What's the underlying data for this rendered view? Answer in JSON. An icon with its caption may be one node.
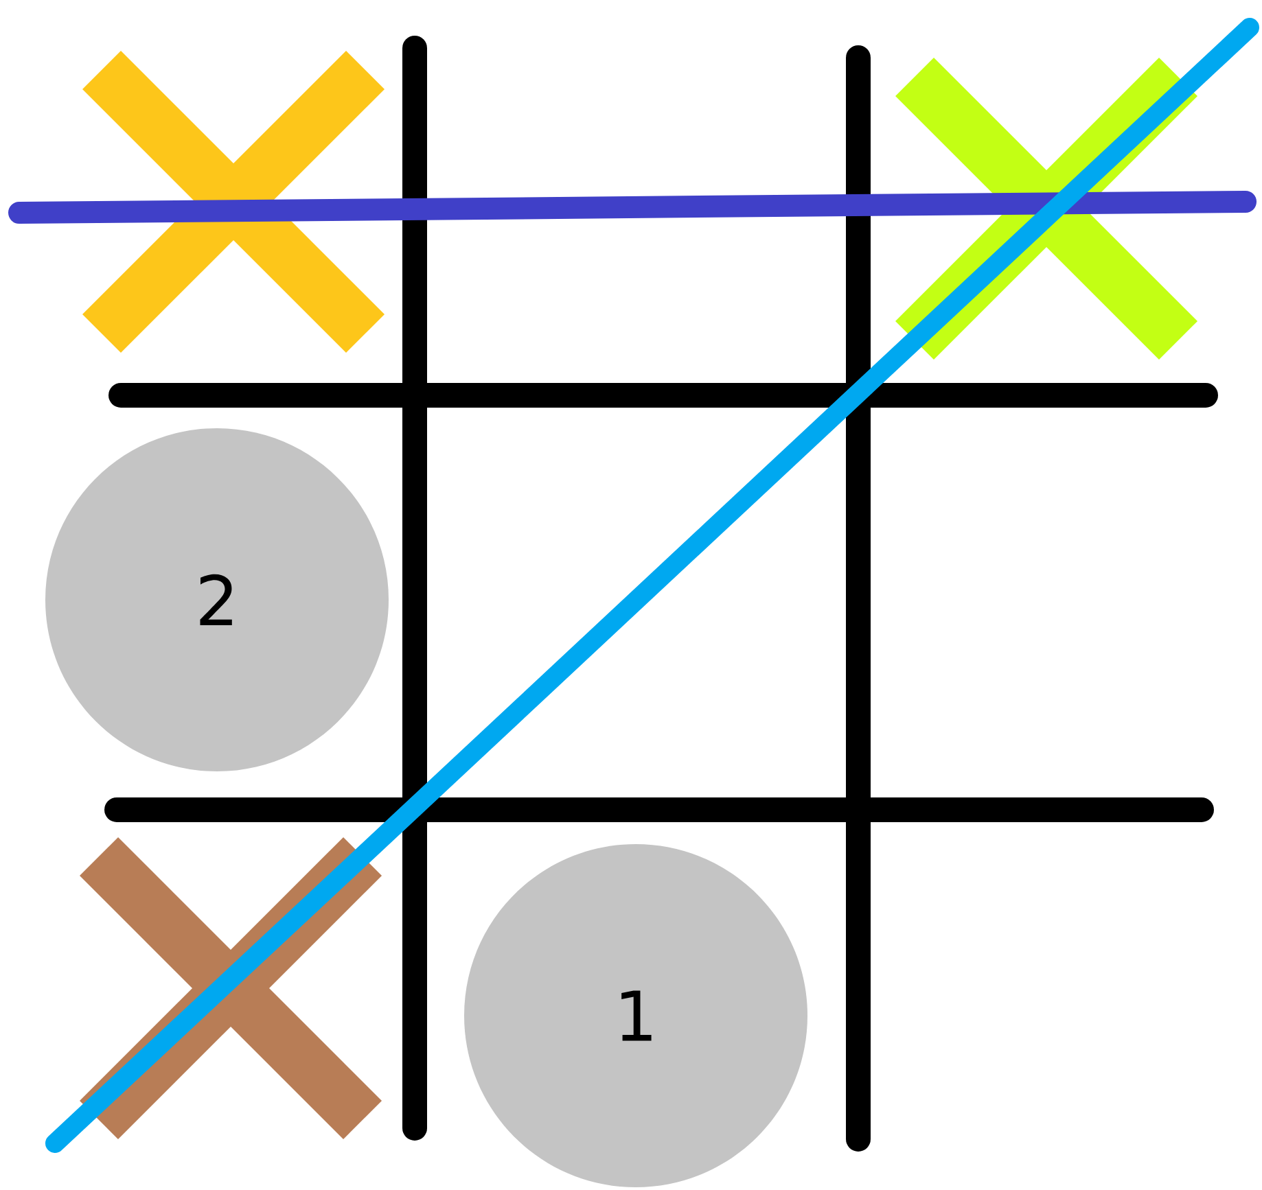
{
  "diagram": {
    "nodes": [
      {
        "text": [],
        "shape": "cross"
      },
      {
        "text": [],
        "shape": "cross"
      },
      {
        "text": [
          "2"
        ]
      },
      {
        "text": [],
        "shape": "cross"
      },
      {
        "text": [
          "1"
        ]
      }
    ]
  }
}
